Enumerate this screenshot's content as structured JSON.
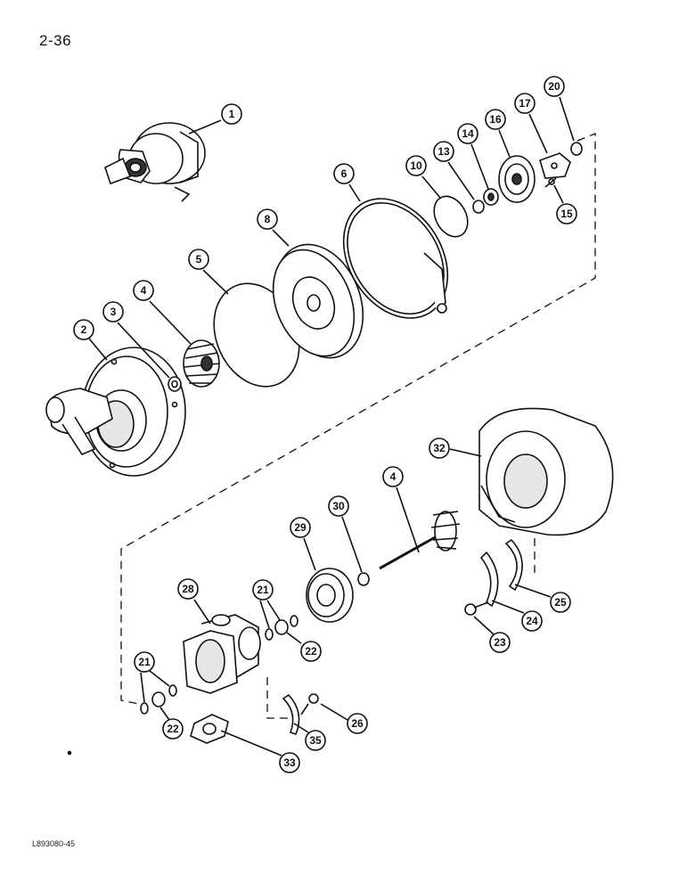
{
  "page": {
    "number": "2-36",
    "drawing_code": "L893080-45"
  },
  "callouts": [
    {
      "label": "1"
    },
    {
      "label": "2"
    },
    {
      "label": "3"
    },
    {
      "label": "4"
    },
    {
      "label": "5"
    },
    {
      "label": "8"
    },
    {
      "label": "6"
    },
    {
      "label": "10"
    },
    {
      "label": "13"
    },
    {
      "label": "14"
    },
    {
      "label": "16"
    },
    {
      "label": "17"
    },
    {
      "label": "20"
    },
    {
      "label": "15"
    },
    {
      "label": "32"
    },
    {
      "label": "4"
    },
    {
      "label": "30"
    },
    {
      "label": "29"
    },
    {
      "label": "28"
    },
    {
      "label": "21"
    },
    {
      "label": "22"
    },
    {
      "label": "21"
    },
    {
      "label": "22"
    },
    {
      "label": "33"
    },
    {
      "label": "35"
    },
    {
      "label": "26"
    },
    {
      "label": "23"
    },
    {
      "label": "24"
    },
    {
      "label": "25"
    }
  ],
  "colors": {
    "ink": "#111111",
    "paper": "#ffffff",
    "shade": "#cfcfcf"
  }
}
